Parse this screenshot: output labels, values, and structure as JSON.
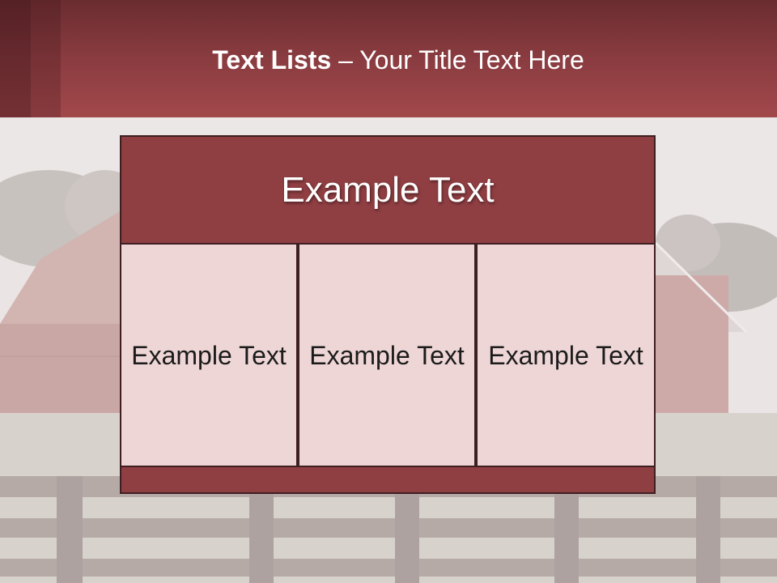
{
  "header": {
    "title_bold": "Text Lists",
    "title_rest": "– Your Title Text Here"
  },
  "diagram": {
    "top_label": "Example Text",
    "columns": [
      {
        "label": "Example Text"
      },
      {
        "label": "Example Text"
      },
      {
        "label": "Example Text"
      }
    ]
  },
  "colors": {
    "header_dark": "#6a2c30",
    "header_light": "#a2484b",
    "bar_fill": "#8f3e42",
    "box_fill": "#efd6d6",
    "border": "#3e1f21"
  },
  "icons": [
    "barn-photo-background"
  ]
}
